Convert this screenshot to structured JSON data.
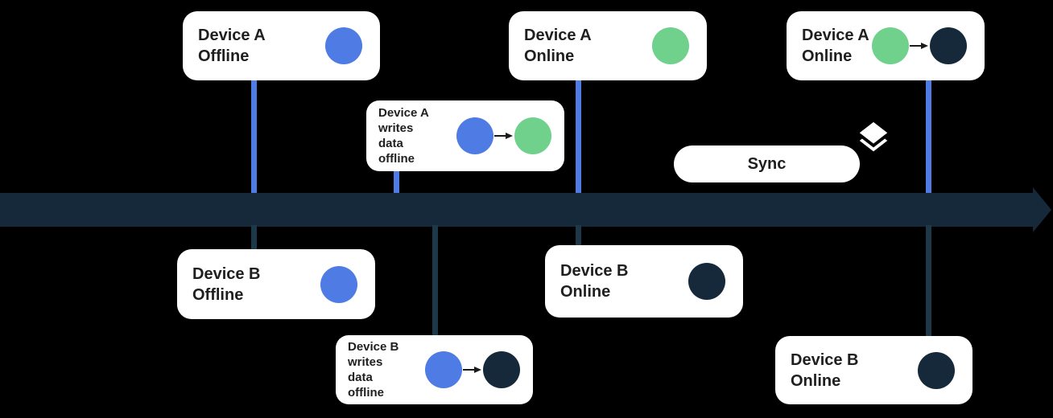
{
  "colors": {
    "bg": "#000000",
    "card": "#FFFFFF",
    "text": "#1F1F1F",
    "blue": "#4E7CE4",
    "green": "#70D18D",
    "navy": "#16293A",
    "connector": "#1D3849",
    "ink": "#1A1A1A"
  },
  "timeline": {
    "description": "time-axis-arrow-pointing-right"
  },
  "sync": {
    "label": "Sync",
    "icon": "layers-icon"
  },
  "cards": [
    {
      "id": "device-a-offline",
      "label": "Device A\nOffline",
      "dots": [
        "blue"
      ]
    },
    {
      "id": "device-a-writes-data-offline",
      "label": "Device A\nwrites\ndata\noffline",
      "dots": [
        "blue",
        "green"
      ]
    },
    {
      "id": "device-a-online",
      "label": "Device A\nOnline",
      "dots": [
        "green"
      ]
    },
    {
      "id": "device-a-online-synced",
      "label": "Device A\nOnline",
      "dots": [
        "green",
        "navy"
      ]
    },
    {
      "id": "device-b-offline",
      "label": "Device B\nOffline",
      "dots": [
        "blue"
      ]
    },
    {
      "id": "device-b-writes-data-offline",
      "label": "Device B\nwrites\ndata\noffline",
      "dots": [
        "blue",
        "navy"
      ]
    },
    {
      "id": "device-b-online",
      "label": "Device B\nOnline",
      "dots": [
        "navy"
      ]
    },
    {
      "id": "device-b-online-synced",
      "label": "Device B\nOnline",
      "dots": [
        "navy"
      ]
    }
  ]
}
